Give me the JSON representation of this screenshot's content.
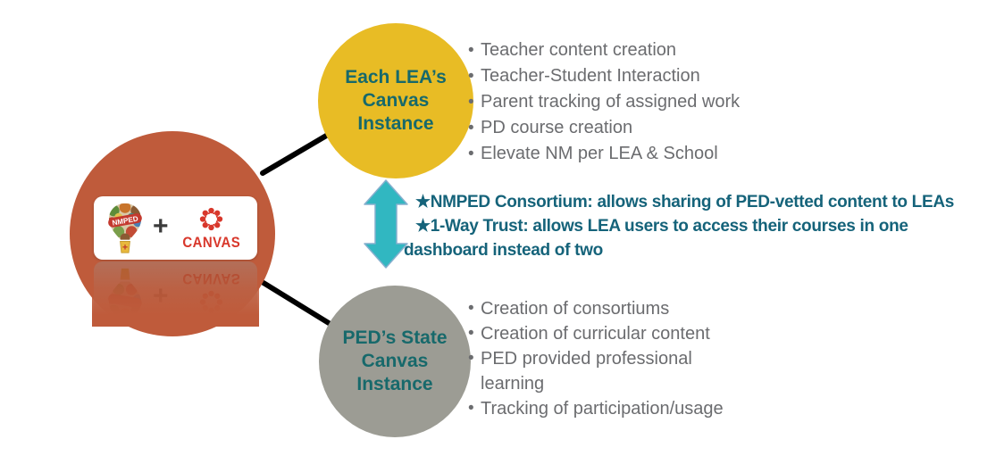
{
  "hub": {
    "color": "#BF5B3B",
    "logo": {
      "nmped_text": "NMPED",
      "plus": "+",
      "canvas_text": "CANVAS",
      "canvas_red": "#D8372B"
    }
  },
  "lea_circle": {
    "fill": "#E8BC25",
    "text_color": "#17696B",
    "lines": [
      "Each LEA’s",
      "Canvas",
      "Instance"
    ]
  },
  "ped_circle": {
    "fill": "#9C9C94",
    "text_color": "#17696B",
    "lines": [
      "PED’s State",
      "Canvas",
      "Instance"
    ]
  },
  "lea_list": {
    "items": [
      "Teacher content creation",
      "Teacher-Student Interaction",
      "Parent tracking of assigned work",
      "PD course creation",
      "Elevate NM per LEA & School"
    ]
  },
  "ped_list": {
    "items": [
      "Creation of consortiums",
      "Creation of curricular content",
      " PED provided professional learning",
      "Tracking of participation/usage"
    ]
  },
  "middle_notes": {
    "color": "#15637A",
    "lines": [
      "★NMPED Consortium: allows sharing of PED-vetted content to LEAs",
      "★1-Way Trust: allows LEA users to access their courses in one",
      "dashboard instead of two"
    ]
  },
  "arrow": {
    "fill": "#31B7C1",
    "stroke": "#86AFCE"
  },
  "connector_color": "#000000"
}
